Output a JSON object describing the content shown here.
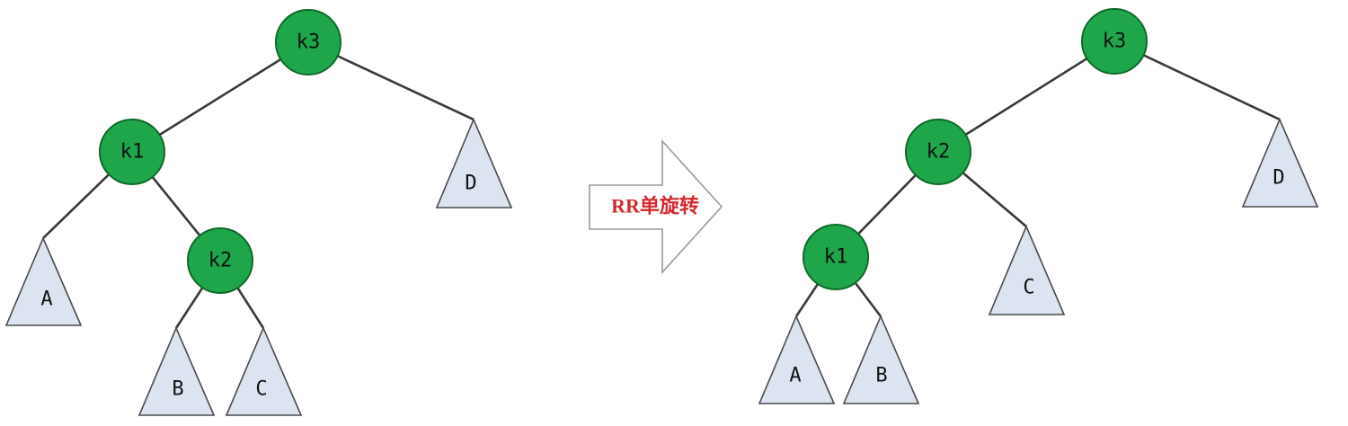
{
  "diagram": {
    "arrow_label": "RR单旋转",
    "colors": {
      "node_fill": "#1fa64a",
      "subtree_fill": "#dce4f2",
      "arrow_text": "#d42a2a"
    },
    "before": {
      "nodes": {
        "k3": "k3",
        "k1": "k1",
        "k2": "k2"
      },
      "subtrees": {
        "A": "A",
        "B": "B",
        "C": "C",
        "D": "D"
      }
    },
    "after": {
      "nodes": {
        "k3": "k3",
        "k2": "k2",
        "k1": "k1"
      },
      "subtrees": {
        "A": "A",
        "B": "B",
        "C": "C",
        "D": "D"
      }
    }
  }
}
